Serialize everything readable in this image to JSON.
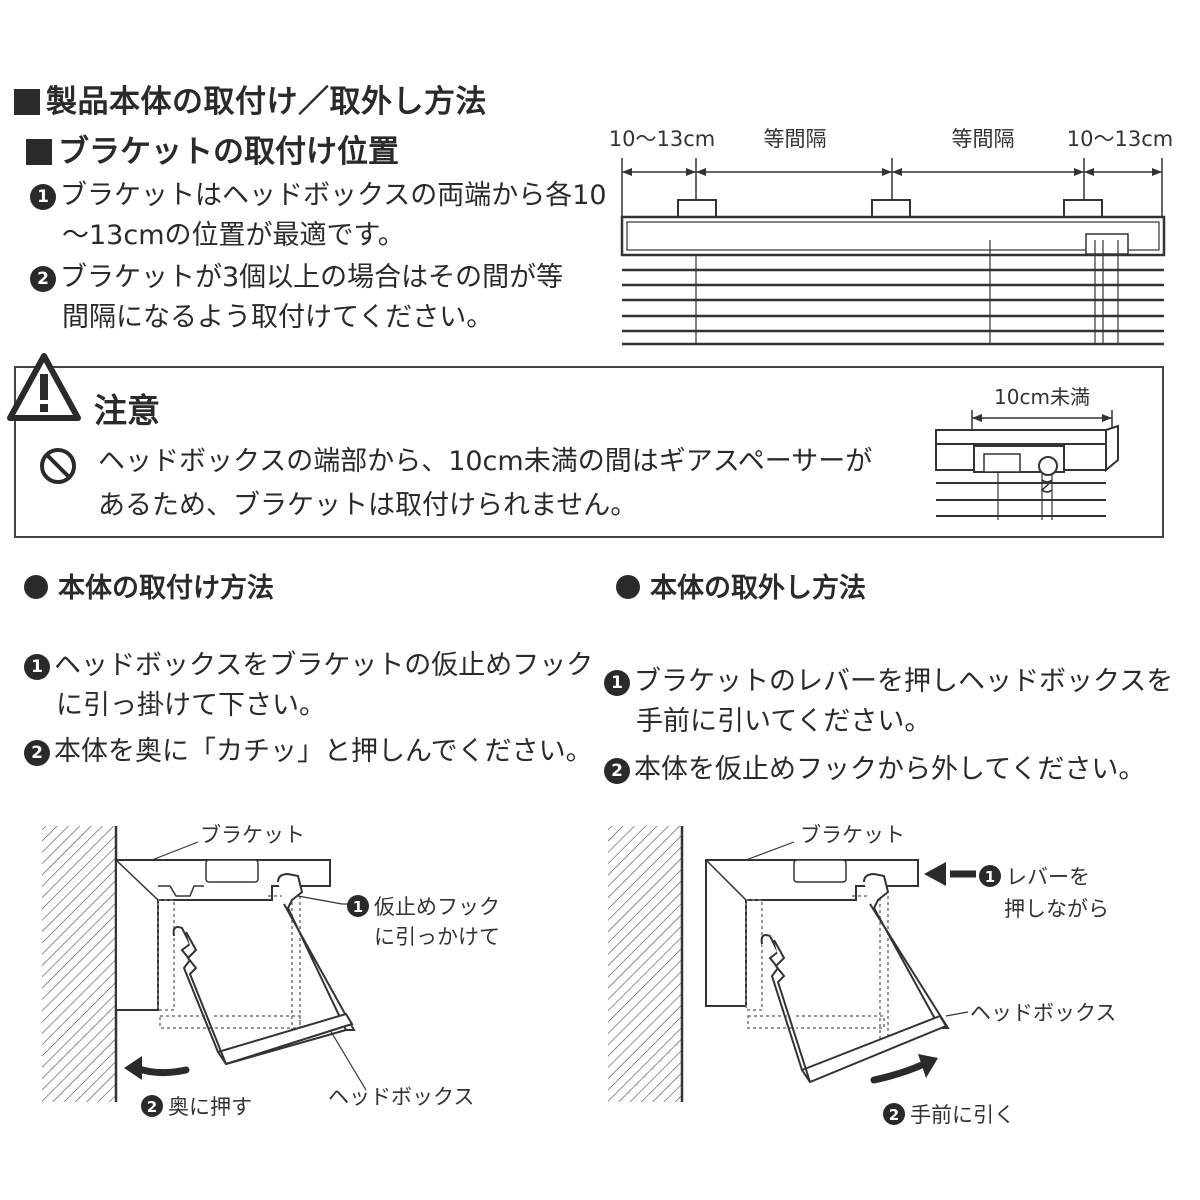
{
  "heading": {
    "main": "製品本体の取付け／取外し方法",
    "bracket_position": "ブラケットの取付け位置"
  },
  "bracket_position": {
    "item1_num": "1",
    "item1_line1": "ブラケットはヘッドボックスの両端から各10",
    "item1_line2": "〜13cmの位置が最適です。",
    "item2_num": "2",
    "item2_line1": "ブラケットが3個以上の場合はその間が等",
    "item2_line2": "間隔になるよう取付けてください。"
  },
  "dimensions": {
    "left_end": "10〜13cm",
    "equal1": "等間隔",
    "equal2": "等間隔",
    "right_end": "10〜13cm"
  },
  "caution": {
    "title": "注意",
    "line1": "ヘッドボックスの端部から、10cm未満の間はギアスペーサーが",
    "line2": "あるため、ブラケットは取付けられません。",
    "dimension": "10cm未満"
  },
  "install": {
    "title": "本体の取付け方法",
    "step1_num": "1",
    "step1_line1": "ヘッドボックスをブラケットの仮止めフック",
    "step1_line2": "に引っ掛けて下さい。",
    "step2_num": "2",
    "step2_line1": "本体を奥に「カチッ」と押しんでください。",
    "label_bracket": "ブラケット",
    "label_hook_num": "1",
    "label_hook_line1": "仮止めフック",
    "label_hook_line2": "に引っかけて",
    "label_headbox": "ヘッドボックス",
    "label_push_num": "2",
    "label_push": "奥に押す"
  },
  "remove": {
    "title": "本体の取外し方法",
    "step1_num": "1",
    "step1_line1": "ブラケットのレバーを押しヘッドボックスを",
    "step1_line2": "手前に引いてください。",
    "step2_num": "2",
    "step2_line1": "本体を仮止めフックから外してください。",
    "label_bracket": "ブラケット",
    "label_lever_num": "1",
    "label_lever_line1": "レバーを",
    "label_lever_line2": "押しながら",
    "label_headbox": "ヘッドボックス",
    "label_pull_num": "2",
    "label_pull": "手前に引く"
  },
  "icons": {
    "warning": "warning-triangle-icon",
    "prohibited": "prohibited-icon"
  }
}
